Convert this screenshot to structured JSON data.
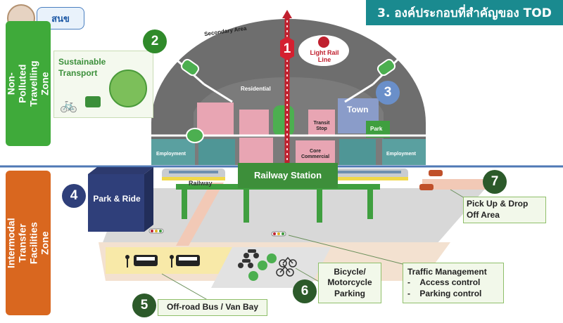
{
  "header": {
    "title": "3. องค์ประกอบที่สำคัญของ TOD",
    "logo_text": "สนข"
  },
  "zones": {
    "top": "Non-Polluted Travelling Zone",
    "bottom": "Intermodal Transfer Facilities Zone"
  },
  "top_diagram": {
    "secondary_area": "Secondary Area",
    "residential": "Residential",
    "transit_stop": "Transit Stop",
    "town": "Town",
    "park": "Park",
    "employment_left": "Employment",
    "employment_right": "Employment",
    "core_commercial": "Core Commercial",
    "light_rail_line": "Light Rail Line",
    "sustainable_transport": "Sustainable Transport"
  },
  "numbers": {
    "n1": "1",
    "n2": "2",
    "n3": "3",
    "n4": "4",
    "n5": "5",
    "n6": "6",
    "n7": "7"
  },
  "bottom_diagram": {
    "railway_station": "Railway Station",
    "railway": "Railway",
    "park_and_ride": "Park & Ride",
    "pickup_dropoff": "Pick Up  & Drop Off Area",
    "bus_bay": "Off-road Bus / Van Bay",
    "bicycle_parking": "Bicycle/ Motorcycle Parking",
    "traffic_title": "Traffic Management",
    "traffic_item_1": "Access control",
    "traffic_item_2": "Parking control"
  },
  "colors": {
    "teal_header": "#1a8a8f",
    "green_zone": "#3faa3a",
    "orange_zone": "#d9671f",
    "red_marker": "#d42030",
    "blue_marker": "#6a8fc9",
    "divider_blue": "#4f78b5"
  }
}
